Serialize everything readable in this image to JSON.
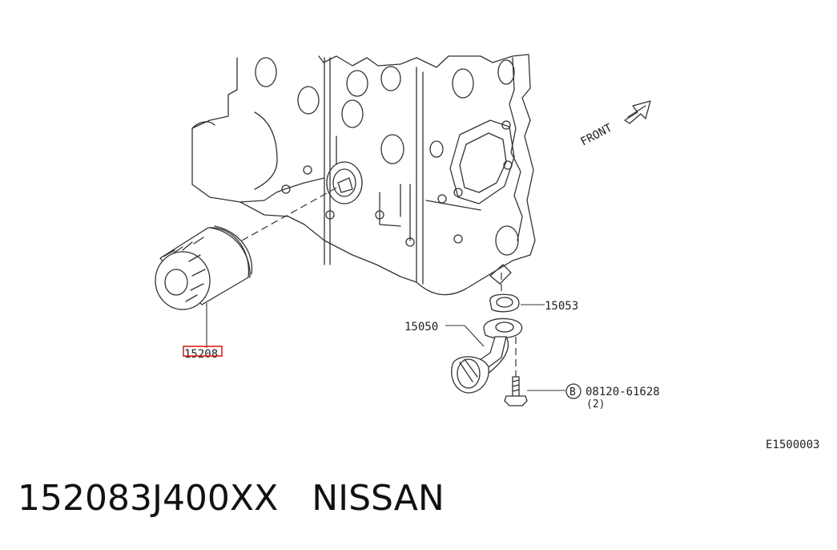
{
  "diagram": {
    "front_label": "FRONT",
    "parts": {
      "oil_filter": "15208",
      "gasket": "15053",
      "strainer": "15050",
      "bolt_marker": "B",
      "bolt": "08120-61628",
      "bolt_qty": "(2)"
    },
    "figure_code": "E1500003",
    "highlight_color": "#e0201a"
  },
  "caption": {
    "part_number": "152083J400XX",
    "brand": "NISSAN"
  }
}
